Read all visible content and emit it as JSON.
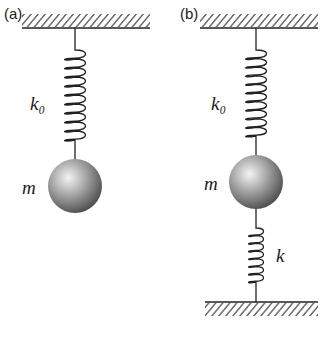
{
  "diagram": {
    "labels": [
      "(a)",
      "(b)",
      "k₀",
      "m",
      "k₀",
      "m",
      "k"
    ]
  }
}
